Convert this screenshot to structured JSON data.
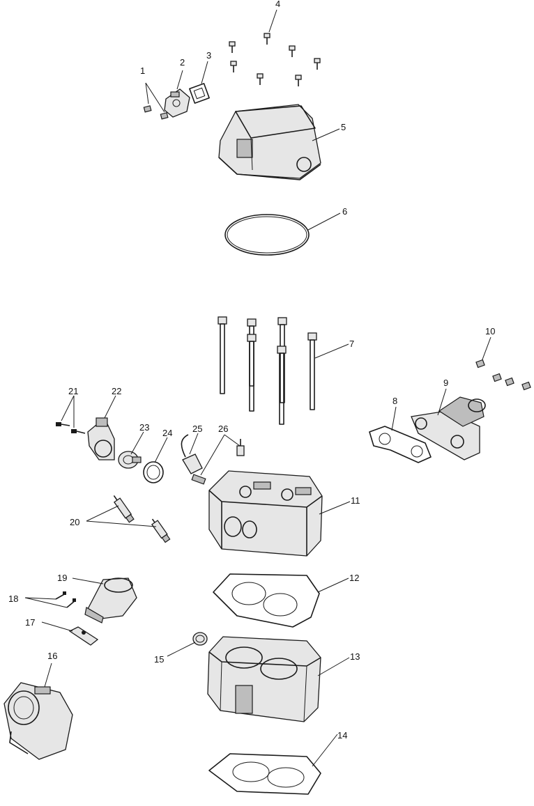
{
  "callouts": [
    "1",
    "2",
    "3",
    "4",
    "5",
    "6",
    "7",
    "8",
    "9",
    "10",
    "11",
    "12",
    "13",
    "14",
    "15",
    "16",
    "17",
    "18",
    "19",
    "20",
    "21",
    "22",
    "23",
    "24",
    "25",
    "26"
  ],
  "colors": {
    "line": "#1a1a1a",
    "fill_dark": "#bdbdbd",
    "fill_light": "#e6e6e6",
    "background": "#ffffff"
  }
}
